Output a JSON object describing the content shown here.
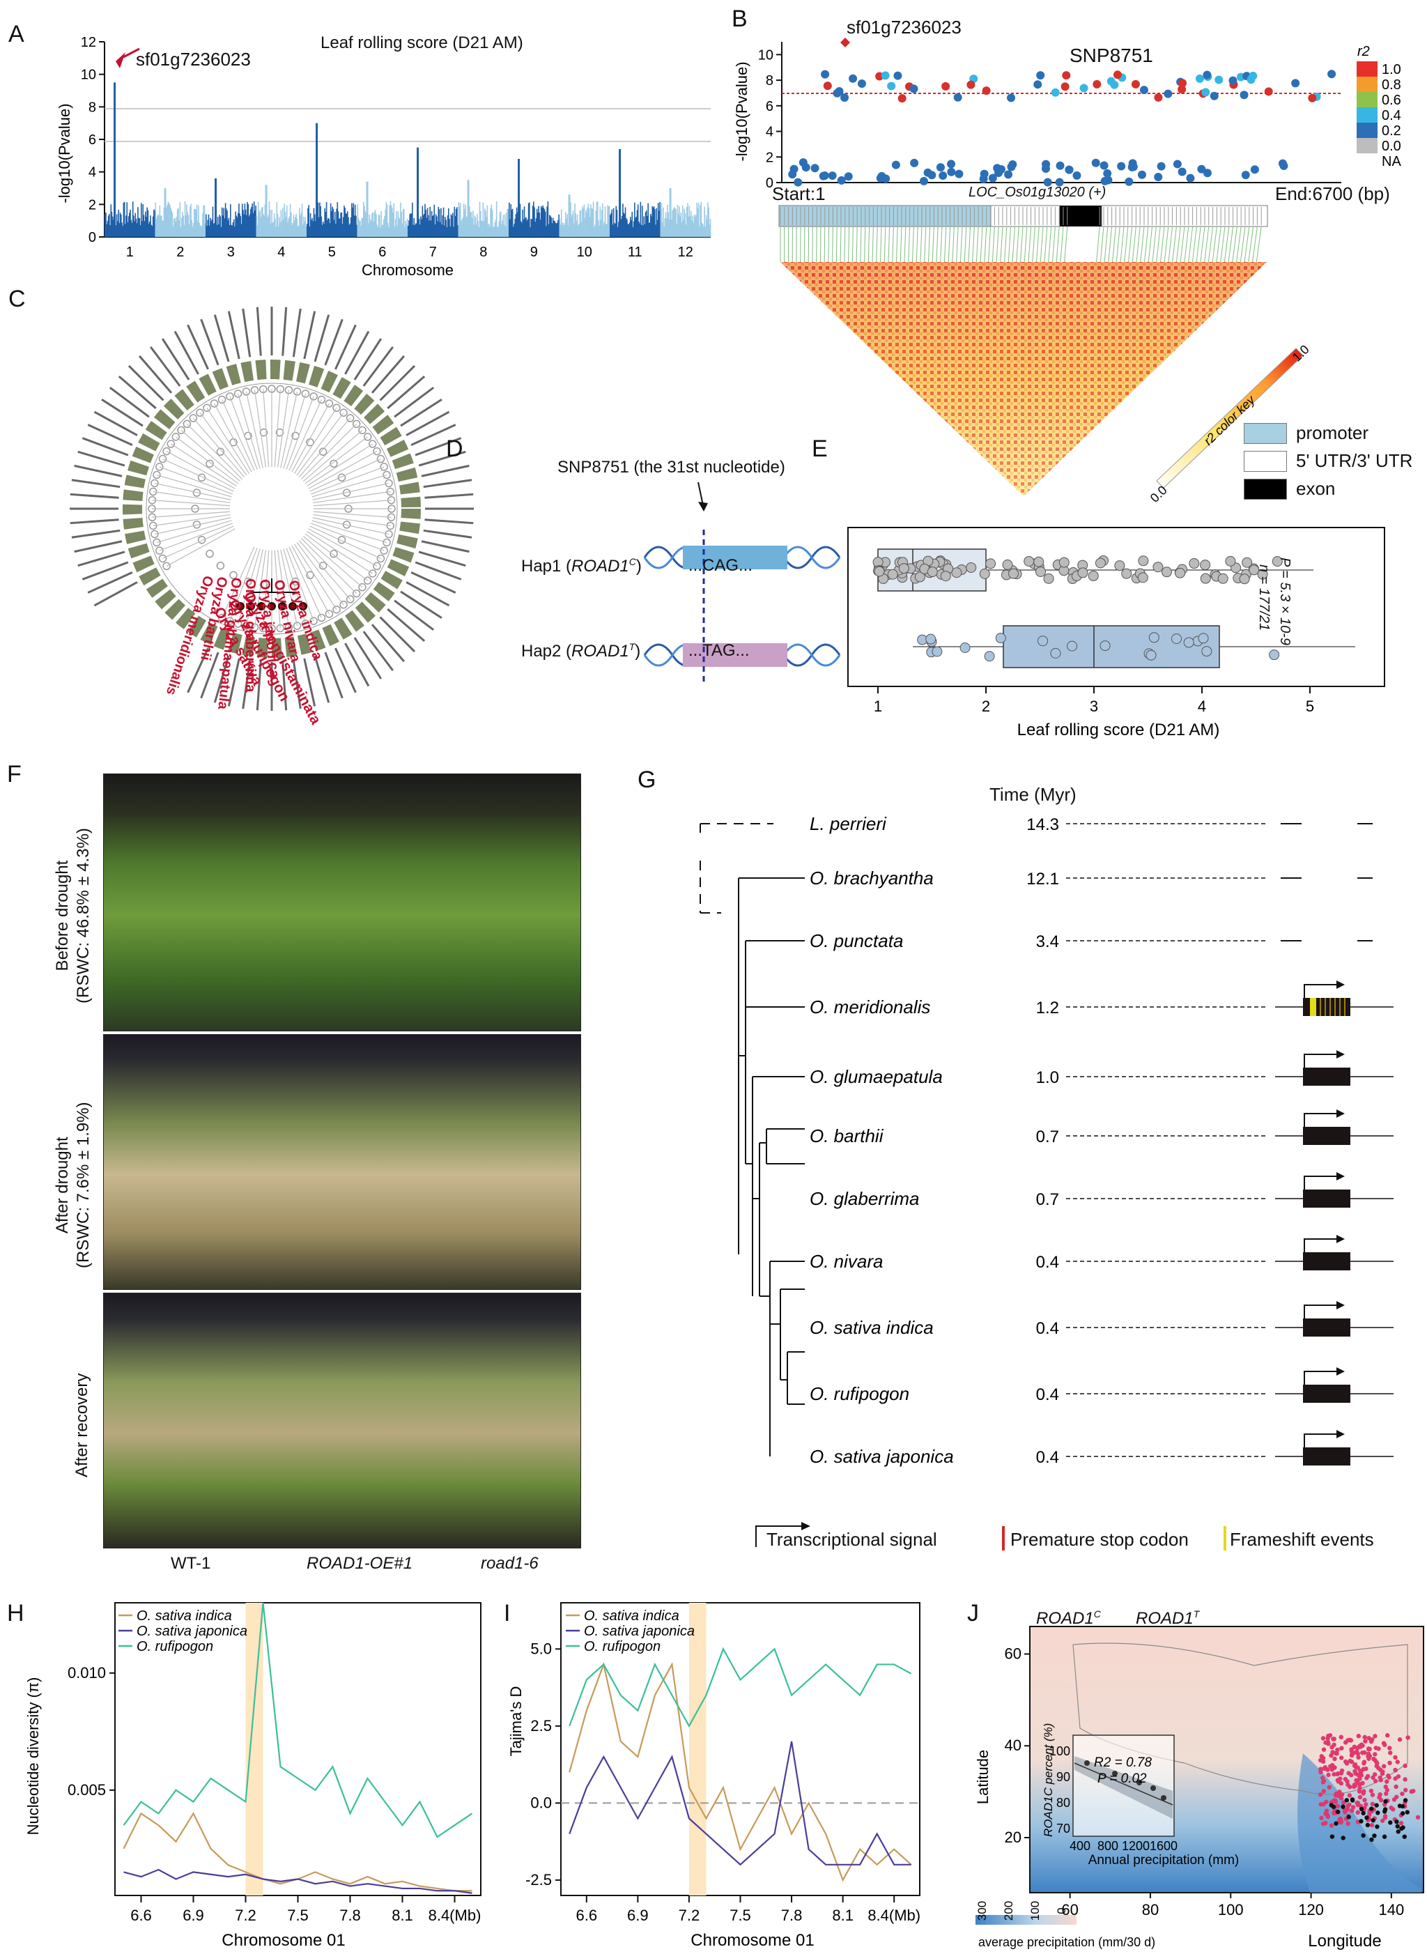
{
  "panels": {
    "A": {
      "letter": "A",
      "title": "Leaf rolling score (D21 AM)",
      "ylabel": "-log10(Pvalue)",
      "xlabel": "Chromosome",
      "annotation": "sf01g7236023",
      "chromosomes": [
        "1",
        "2",
        "3",
        "4",
        "5",
        "6",
        "7",
        "8",
        "9",
        "10",
        "11",
        "12"
      ],
      "yticks": [
        "0",
        "2",
        "4",
        "6",
        "8",
        "10",
        "12"
      ]
    },
    "B": {
      "letter": "B",
      "top_snp": "sf01g7236023",
      "lead_snp": "SNP8751",
      "ylabel": "-log10(Pvalue)",
      "yticks": [
        "0",
        "2",
        "4",
        "6",
        "8",
        "10"
      ],
      "start": "Start:1",
      "gene": "LOC_Os01g13020 (+)",
      "end": "End:6700 (bp)",
      "r2_title": "r2",
      "r2_legend": [
        "1.0",
        "0.8",
        "0.6",
        "0.4",
        "0.2",
        "0.0",
        "NA"
      ],
      "r2_colors": [
        "#e8302b",
        "#f39c2c",
        "#8fc24a",
        "#38b6e3",
        "#2c6fb6",
        "#bdbdbd"
      ],
      "color_key_label": "r2 color key",
      "color_key_min": "0.0",
      "color_key_max": "1.0",
      "legend": [
        "promoter",
        "5' UTR/3' UTR",
        "exon"
      ]
    },
    "C": {
      "letter": "C",
      "highlighted_species": [
        "Oryza longistaminata",
        "Oryza rufipogon",
        "Oryza sativa",
        "Oryza indica",
        "Oryza nivara",
        "Oryza japonica",
        "Oryza glaberrima",
        "Oryza glumaepatula",
        "Oryza barthii",
        "Oryza meridionalis"
      ]
    },
    "D": {
      "letter": "D",
      "snp_label": "SNP8751 (the 31st nucleotide)",
      "hap1_prefix": "Hap1 (",
      "hap1_gene": "ROAD1",
      "hap1_sup": "C",
      "hap1_seq": "...CAG...",
      "hap2_prefix": "Hap2 (",
      "hap2_gene": "ROAD1",
      "hap2_sup": "T",
      "hap2_seq": "...TAG...",
      "suffix": ")"
    },
    "E": {
      "letter": "E",
      "xlabel": "Leaf rolling score (D21 AM)",
      "xticks": [
        "1",
        "2",
        "3",
        "4",
        "5"
      ],
      "p_text": "P = 5.3 × 10-9",
      "n_text": "n = 177/21"
    },
    "F": {
      "letter": "F",
      "row_labels": [
        "Before drought",
        "(RSWC: 46.8% ± 4.3%)",
        "After drought",
        "(RSWC: 7.6% ± 1.9%)",
        "After recovery"
      ],
      "col_labels": [
        "WT-1",
        "ROAD1-OE#1",
        "road1-6"
      ]
    },
    "G": {
      "letter": "G",
      "time_title": "Time (Myr)",
      "species": [
        {
          "name": "L. perrieri",
          "time": "14.3"
        },
        {
          "name": "O. brachyantha",
          "time": "12.1"
        },
        {
          "name": "O. punctata",
          "time": "3.4"
        },
        {
          "name": "O. meridionalis",
          "time": "1.2"
        },
        {
          "name": "O. glumaepatula",
          "time": "1.0"
        },
        {
          "name": "O. barthii",
          "time": "0.7"
        },
        {
          "name": "O. glaberrima",
          "time": "0.7"
        },
        {
          "name": "O. nivara",
          "time": "0.4"
        },
        {
          "name": "O. sativa indica",
          "time": "0.4"
        },
        {
          "name": "O. rufipogon",
          "time": "0.4"
        },
        {
          "name": "O. sativa japonica",
          "time": "0.4"
        }
      ],
      "legend": [
        "Transcriptional signal",
        "Premature stop codon",
        "Frameshift events"
      ]
    },
    "H": {
      "letter": "H",
      "ylabel": "Nucleotide diversity (π)",
      "xlabel": "Chromosome 01",
      "series": [
        "O. sativa indica",
        "O. sativa japonica",
        "O. rufipogon"
      ],
      "xticks": [
        "6.6",
        "6.9",
        "7.2",
        "7.5",
        "7.8",
        "8.1",
        "8.4(Mb)"
      ],
      "yticks": [
        "0.005",
        "0.010"
      ]
    },
    "I": {
      "letter": "I",
      "ylabel": "Tajima's D",
      "xlabel": "Chromosome 01",
      "series": [
        "O. sativa indica",
        "O. sativa japonica",
        "O. rufipogon"
      ],
      "xticks": [
        "6.6",
        "6.9",
        "7.2",
        "7.5",
        "7.8",
        "8.1",
        "8.4(Mb)"
      ],
      "yticks": [
        "5.0",
        "2.5",
        "0.0",
        "-2.5"
      ]
    },
    "J": {
      "letter": "J",
      "legend_c": "ROAD1",
      "legend_c_sup": "C",
      "legend_t": "ROAD1",
      "legend_t_sup": "T",
      "ylabel": "Latitude",
      "xlabel": "Longitude",
      "yticks": [
        "20",
        "40",
        "60"
      ],
      "xticks": [
        "60",
        "80",
        "100",
        "120",
        "140"
      ],
      "inset_ylabel": "ROAD1C percent (%)",
      "inset_xlabel": "Annual precipitation (mm)",
      "inset_xticks": [
        "400",
        "800",
        "1200",
        "1600"
      ],
      "inset_yticks": [
        "70",
        "80",
        "90",
        "100"
      ],
      "inset_r2": "R2 = 0.78",
      "inset_p": "P = 0.02",
      "colorbar_label": "average precipitation (mm/30 d)",
      "colorbar_ticks": [
        "300",
        "200",
        "100",
        "0"
      ]
    }
  },
  "chart_data": [
    {
      "type": "line",
      "title": "",
      "xlabel": "Chromosome 01",
      "ylabel": "Nucleotide diversity (π)",
      "x": [
        6.5,
        6.6,
        6.7,
        6.8,
        6.9,
        7.0,
        7.1,
        7.2,
        7.3,
        7.4,
        7.5,
        7.6,
        7.7,
        7.8,
        7.9,
        8.0,
        8.1,
        8.2,
        8.3,
        8.4,
        8.5
      ],
      "series": [
        {
          "name": "O. sativa indica",
          "values": [
            0.0025,
            0.004,
            0.0035,
            0.0028,
            0.004,
            0.0025,
            0.0018,
            0.0015,
            0.0012,
            0.001,
            0.0012,
            0.0015,
            0.0012,
            0.001,
            0.0013,
            0.001,
            0.0011,
            0.0009,
            0.0008,
            0.0007,
            0.0007
          ]
        },
        {
          "name": "O. sativa japonica",
          "values": [
            0.0015,
            0.0013,
            0.0016,
            0.0012,
            0.0015,
            0.0014,
            0.0013,
            0.0014,
            0.0012,
            0.0011,
            0.0012,
            0.001,
            0.0011,
            0.0009,
            0.001,
            0.0009,
            0.0008,
            0.0008,
            0.0007,
            0.0007,
            0.0006
          ]
        },
        {
          "name": "O. rufipogon",
          "values": [
            0.0035,
            0.0045,
            0.004,
            0.005,
            0.0045,
            0.0055,
            0.005,
            0.0045,
            0.013,
            0.006,
            0.0055,
            0.005,
            0.006,
            0.004,
            0.0055,
            0.0045,
            0.0035,
            0.0045,
            0.003,
            0.0035,
            0.004
          ]
        }
      ],
      "xlim": [
        6.45,
        8.55
      ],
      "ylim": [
        0.0005,
        0.013
      ]
    },
    {
      "type": "line",
      "title": "",
      "xlabel": "Chromosome 01",
      "ylabel": "Tajima's D",
      "x": [
        6.5,
        6.6,
        6.7,
        6.8,
        6.9,
        7.0,
        7.1,
        7.2,
        7.3,
        7.4,
        7.5,
        7.6,
        7.7,
        7.8,
        7.9,
        8.0,
        8.1,
        8.2,
        8.3,
        8.4,
        8.5
      ],
      "series": [
        {
          "name": "O. sativa indica",
          "values": [
            1.0,
            3.0,
            4.5,
            2.0,
            1.5,
            3.5,
            4.5,
            0.5,
            -0.5,
            0.5,
            -1.5,
            -0.5,
            0.5,
            -1.0,
            0.0,
            -1.0,
            -2.5,
            -1.5,
            -2.0,
            -1.5,
            -2.0
          ]
        },
        {
          "name": "O. sativa japonica",
          "values": [
            -1.0,
            0.5,
            1.5,
            0.5,
            -0.5,
            0.5,
            1.5,
            -0.5,
            -1.0,
            -1.5,
            -2.0,
            -1.5,
            -1.0,
            2.0,
            -1.5,
            -2.0,
            -2.0,
            -2.0,
            -1.0,
            -2.0,
            -2.0
          ]
        },
        {
          "name": "O. rufipogon",
          "values": [
            2.5,
            4.0,
            4.5,
            3.5,
            3.0,
            4.5,
            3.5,
            2.5,
            3.5,
            5.0,
            4.0,
            4.5,
            5.0,
            3.5,
            4.0,
            4.5,
            4.0,
            3.5,
            4.5,
            4.5,
            4.2
          ]
        }
      ],
      "xlim": [
        6.45,
        8.55
      ],
      "ylim": [
        -3,
        6.5
      ]
    },
    {
      "type": "bar",
      "title": "Leaf rolling score (D21 AM)",
      "xlabel": "Chromosome",
      "ylabel": "-log10(Pvalue)",
      "categories": [
        "1",
        "2",
        "3",
        "4",
        "5",
        "6",
        "7",
        "8",
        "9",
        "10",
        "11",
        "12"
      ],
      "values": [
        9.5,
        3.0,
        3.6,
        3.2,
        7.0,
        3.4,
        5.5,
        3.5,
        4.8,
        2.6,
        5.4,
        3.0
      ],
      "ylim": [
        0,
        12
      ]
    }
  ]
}
